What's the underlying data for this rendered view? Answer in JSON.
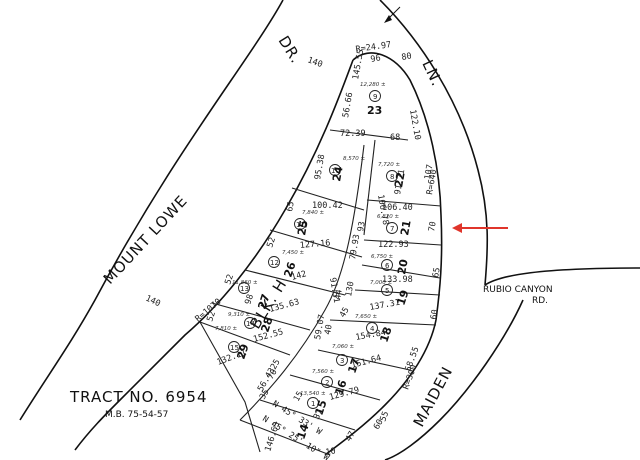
{
  "title": "TRACT NO. 6954",
  "reference": "M.B. 75-54-57",
  "roads": {
    "mount_lowe": "MOUNT LOWE",
    "dr": "DR.",
    "ln": "LN.",
    "rubio_canyon": "RUBIO CANYON",
    "rd": "RD.",
    "maiden": "MAIDEN"
  },
  "street_numbers": {
    "mount_lowe_top": "140",
    "mount_lowe_left": "140"
  },
  "block_label": "BLK. H",
  "curve_labels": [
    "R=24.97",
    "R=640",
    "R=1070",
    "R=300"
  ],
  "lots": [
    {
      "num": "23",
      "circle": "9",
      "area": "12,280 ±"
    },
    {
      "num": "24",
      "circle": "10",
      "area": "8,570 ±"
    },
    {
      "num": "22",
      "circle": "8",
      "area": "7,720 ±"
    },
    {
      "num": "25",
      "circle": "11",
      "area": "7,840 ±"
    },
    {
      "num": "21",
      "circle": "7",
      "area": "6,820 ±"
    },
    {
      "num": "26",
      "circle": "12",
      "area": "7,450 ±"
    },
    {
      "num": "20",
      "circle": "6",
      "area": "6,750 ±"
    },
    {
      "num": "27",
      "circle": "13",
      "area": "11,860 ±"
    },
    {
      "num": "19",
      "circle": "5",
      "area": "7,000 ±"
    },
    {
      "num": "28",
      "circle": "14",
      "area": "9,310 ±"
    },
    {
      "num": "18",
      "circle": "4",
      "area": "7,650 ±"
    },
    {
      "num": "29",
      "circle": "15",
      "area": "7,810 ±"
    },
    {
      "num": "17",
      "circle": "3",
      "area": "7,060 ±"
    },
    {
      "num": "16",
      "circle": "2",
      "area": "7,560 ±"
    },
    {
      "num": "15",
      "circle": "1",
      "area": "13,540 ±"
    },
    {
      "num": "14"
    }
  ],
  "dimensions": [
    "56.66",
    "145.55",
    "96",
    "80",
    "122.10",
    "72.39",
    "68",
    "95.38",
    "106.78",
    "91.71",
    "107",
    "100.42",
    "65",
    "106.40",
    "70",
    "127.16",
    "79.93",
    "93",
    "52",
    "122.93",
    "65",
    "142",
    "91.51",
    "44",
    "130",
    "52",
    "135.63",
    "133.98",
    "137.31",
    "60",
    "59.07",
    "154.84",
    "40",
    "151.64",
    "152.55",
    "98",
    "52",
    "132.11",
    "56.43",
    "70",
    "35",
    "129.79",
    "15",
    "37",
    "146.63",
    "47",
    "60",
    "55",
    "58.55",
    "25",
    "45",
    "N 45° 33' W",
    "N 45° 25' 10\" W",
    "10"
  ]
}
